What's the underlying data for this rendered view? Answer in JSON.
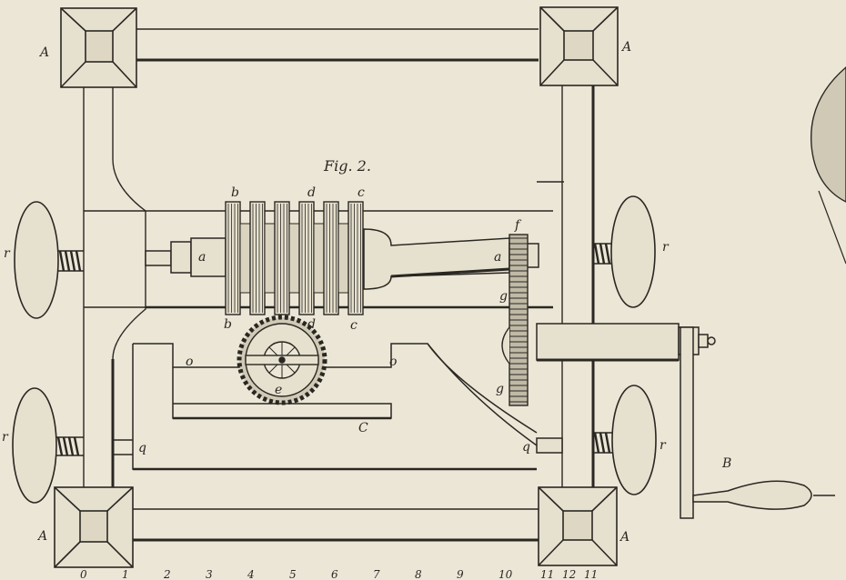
{
  "figure_title": "Fig. 2.",
  "labels": {
    "A": "A",
    "B": "B",
    "C": "C",
    "a": "a",
    "b": "b",
    "c": "c",
    "d": "d",
    "e": "e",
    "f": "f",
    "g": "g",
    "o": "o",
    "q": "q",
    "r": "r"
  },
  "scale_ticks": [
    "0",
    "1",
    "2",
    "3",
    "4",
    "5",
    "6",
    "7",
    "8",
    "9",
    "10",
    "11",
    "12",
    "11"
  ],
  "colors": {
    "paper": "#ebe6d6",
    "ink": "#2a2722",
    "shade": "#b9b3a2"
  }
}
